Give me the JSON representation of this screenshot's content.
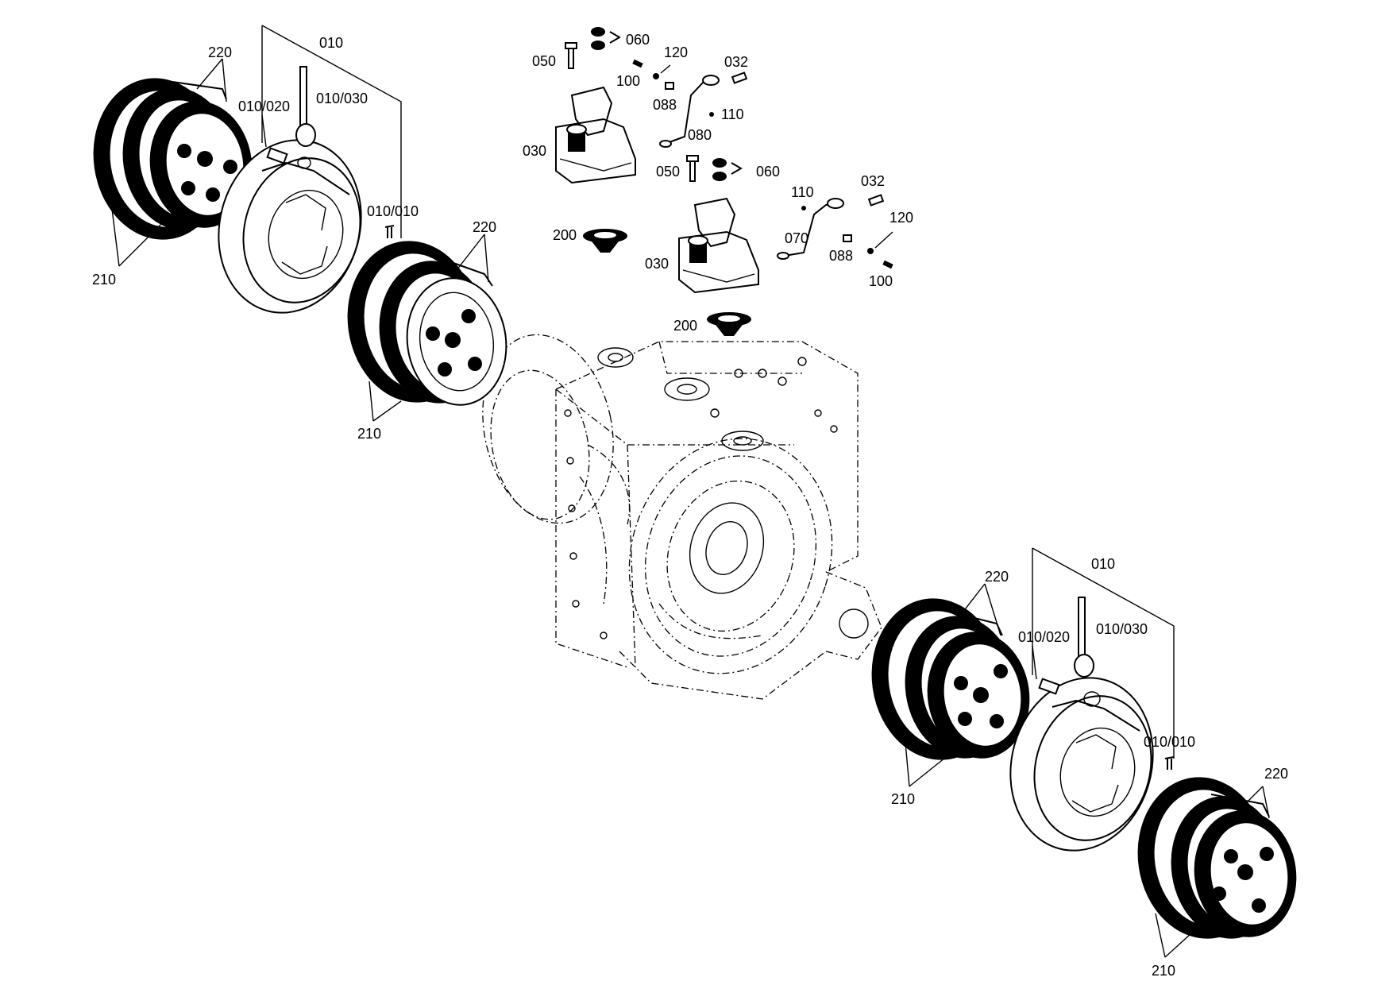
{
  "labels": {
    "tl_010": "010",
    "tl_220": "220",
    "tl_010_020": "010/020",
    "tl_010_030": "010/030",
    "tl_010_010": "010/010",
    "tl_210_a": "210",
    "tl_220_b": "220",
    "tl_210_b": "210",
    "top_050_a": "050",
    "top_060_a": "060",
    "top_120_a": "120",
    "top_032_a": "032",
    "top_100_a": "100",
    "top_088_a": "088",
    "top_110_a": "110",
    "top_080": "080",
    "top_030_a": "030",
    "top_050_b": "050",
    "top_060_b": "060",
    "top_110_b": "110",
    "top_032_b": "032",
    "top_120_b": "120",
    "top_070": "070",
    "top_088_b": "088",
    "top_100_b": "100",
    "top_030_b": "030",
    "top_200_a": "200",
    "top_200_b": "200",
    "br_220_a": "220",
    "br_010": "010",
    "br_010_020": "010/020",
    "br_010_030": "010/030",
    "br_010_010": "010/010",
    "br_210_a": "210",
    "br_220_b": "220",
    "br_210_b": "210"
  }
}
